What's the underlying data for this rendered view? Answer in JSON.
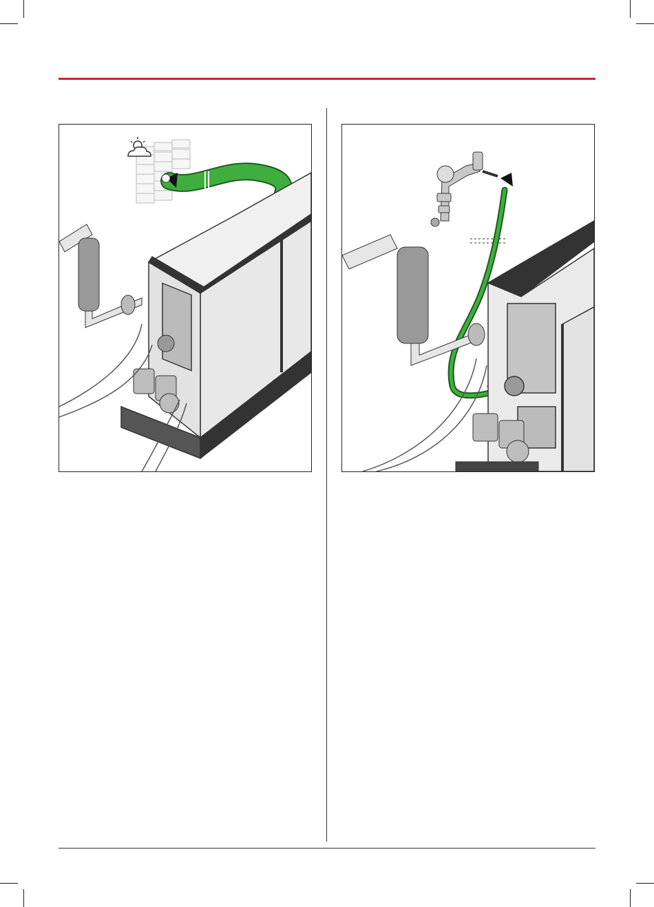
{
  "colors": {
    "accent_rule": "#c4262e",
    "hose_green": "#3fae3f",
    "hose_outline": "#1f5c1f",
    "casing": "#eeeeee",
    "frame": "#333333"
  },
  "figures": [
    {
      "id": "left",
      "icon": "partly-cloudy-icon",
      "hose": "green-air-intake-hose"
    },
    {
      "id": "right",
      "icon": "none",
      "hose": "green-gas-line-hose"
    }
  ]
}
